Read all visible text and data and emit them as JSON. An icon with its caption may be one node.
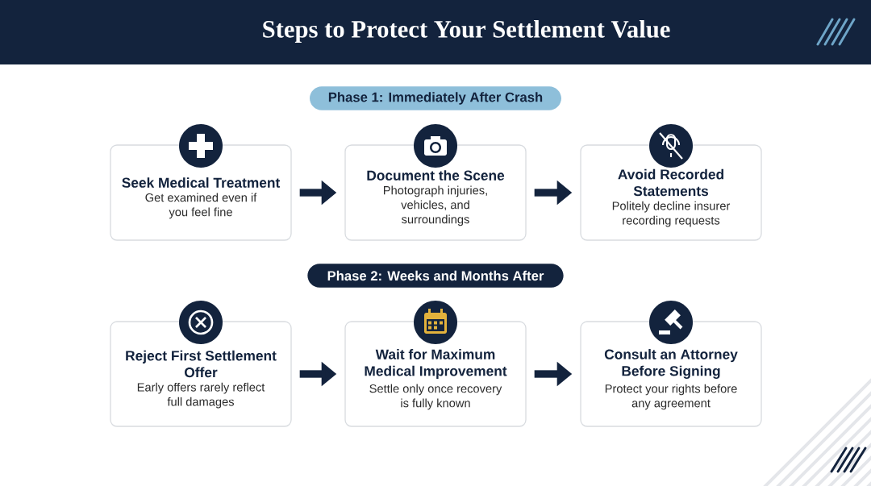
{
  "diagram": {
    "title": "Steps to Protect Your Settlement Value",
    "nodes": [
      {
        "text": [
          "Phase 1: Immediately After Crash"
        ]
      },
      {
        "text": [
          "Seek Medical Treatment",
          "Get examined even if you feel fine"
        ]
      },
      {
        "text": [
          "Document the Scene",
          "Photograph injuries, vehicles, and surroundings"
        ]
      },
      {
        "text": [
          "Avoid Recorded Statements",
          "Politely decline insurer recording requests"
        ]
      },
      {
        "text": [
          "Phase 2: Weeks and Months After"
        ]
      },
      {
        "text": [
          "Reject First Settlement Offer",
          "Early offers rarely reflect full damages"
        ]
      },
      {
        "text": [
          "Wait for Maximum Medical Improvement",
          "Settle only once recovery is fully known"
        ]
      },
      {
        "text": [
          "Consult an Attorney Before Signing",
          "Protect your rights before any agreement"
        ]
      }
    ],
    "edges": [
      {
        "from": 1,
        "to": 2,
        "arrow": "to"
      },
      {
        "from": 2,
        "to": 3,
        "arrow": "to"
      },
      {
        "from": 5,
        "to": 6,
        "arrow": "to"
      },
      {
        "from": 6,
        "to": 7,
        "arrow": "to"
      }
    ]
  }
}
